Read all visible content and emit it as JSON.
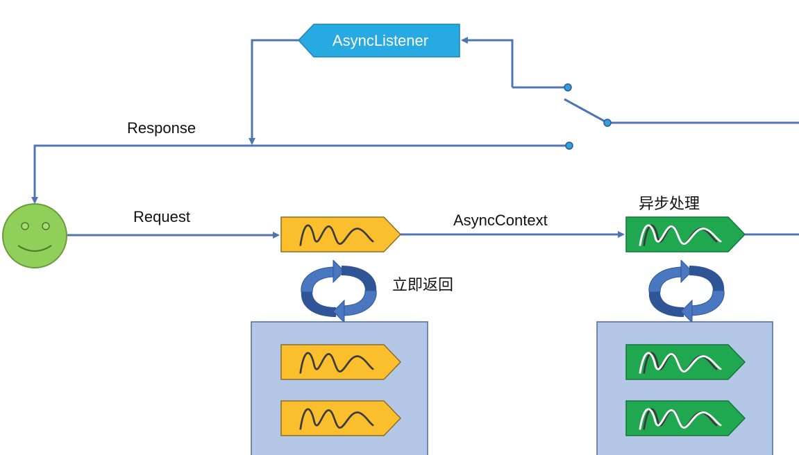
{
  "labels": {
    "async_listener": "AsyncListener",
    "response": "Response",
    "request": "Request",
    "async_context": "AsyncContext",
    "async_processing": "异步处理",
    "return_immediately": "立即返回"
  },
  "colors": {
    "line": "#4f74b3",
    "listener": "#27a9e1",
    "request_task": "#fbbf2d",
    "async_task": "#1fa84f",
    "pool": "#b4c7e7",
    "smiley": "#8fcf5a",
    "cycle_arrow": "#4a78c0"
  }
}
